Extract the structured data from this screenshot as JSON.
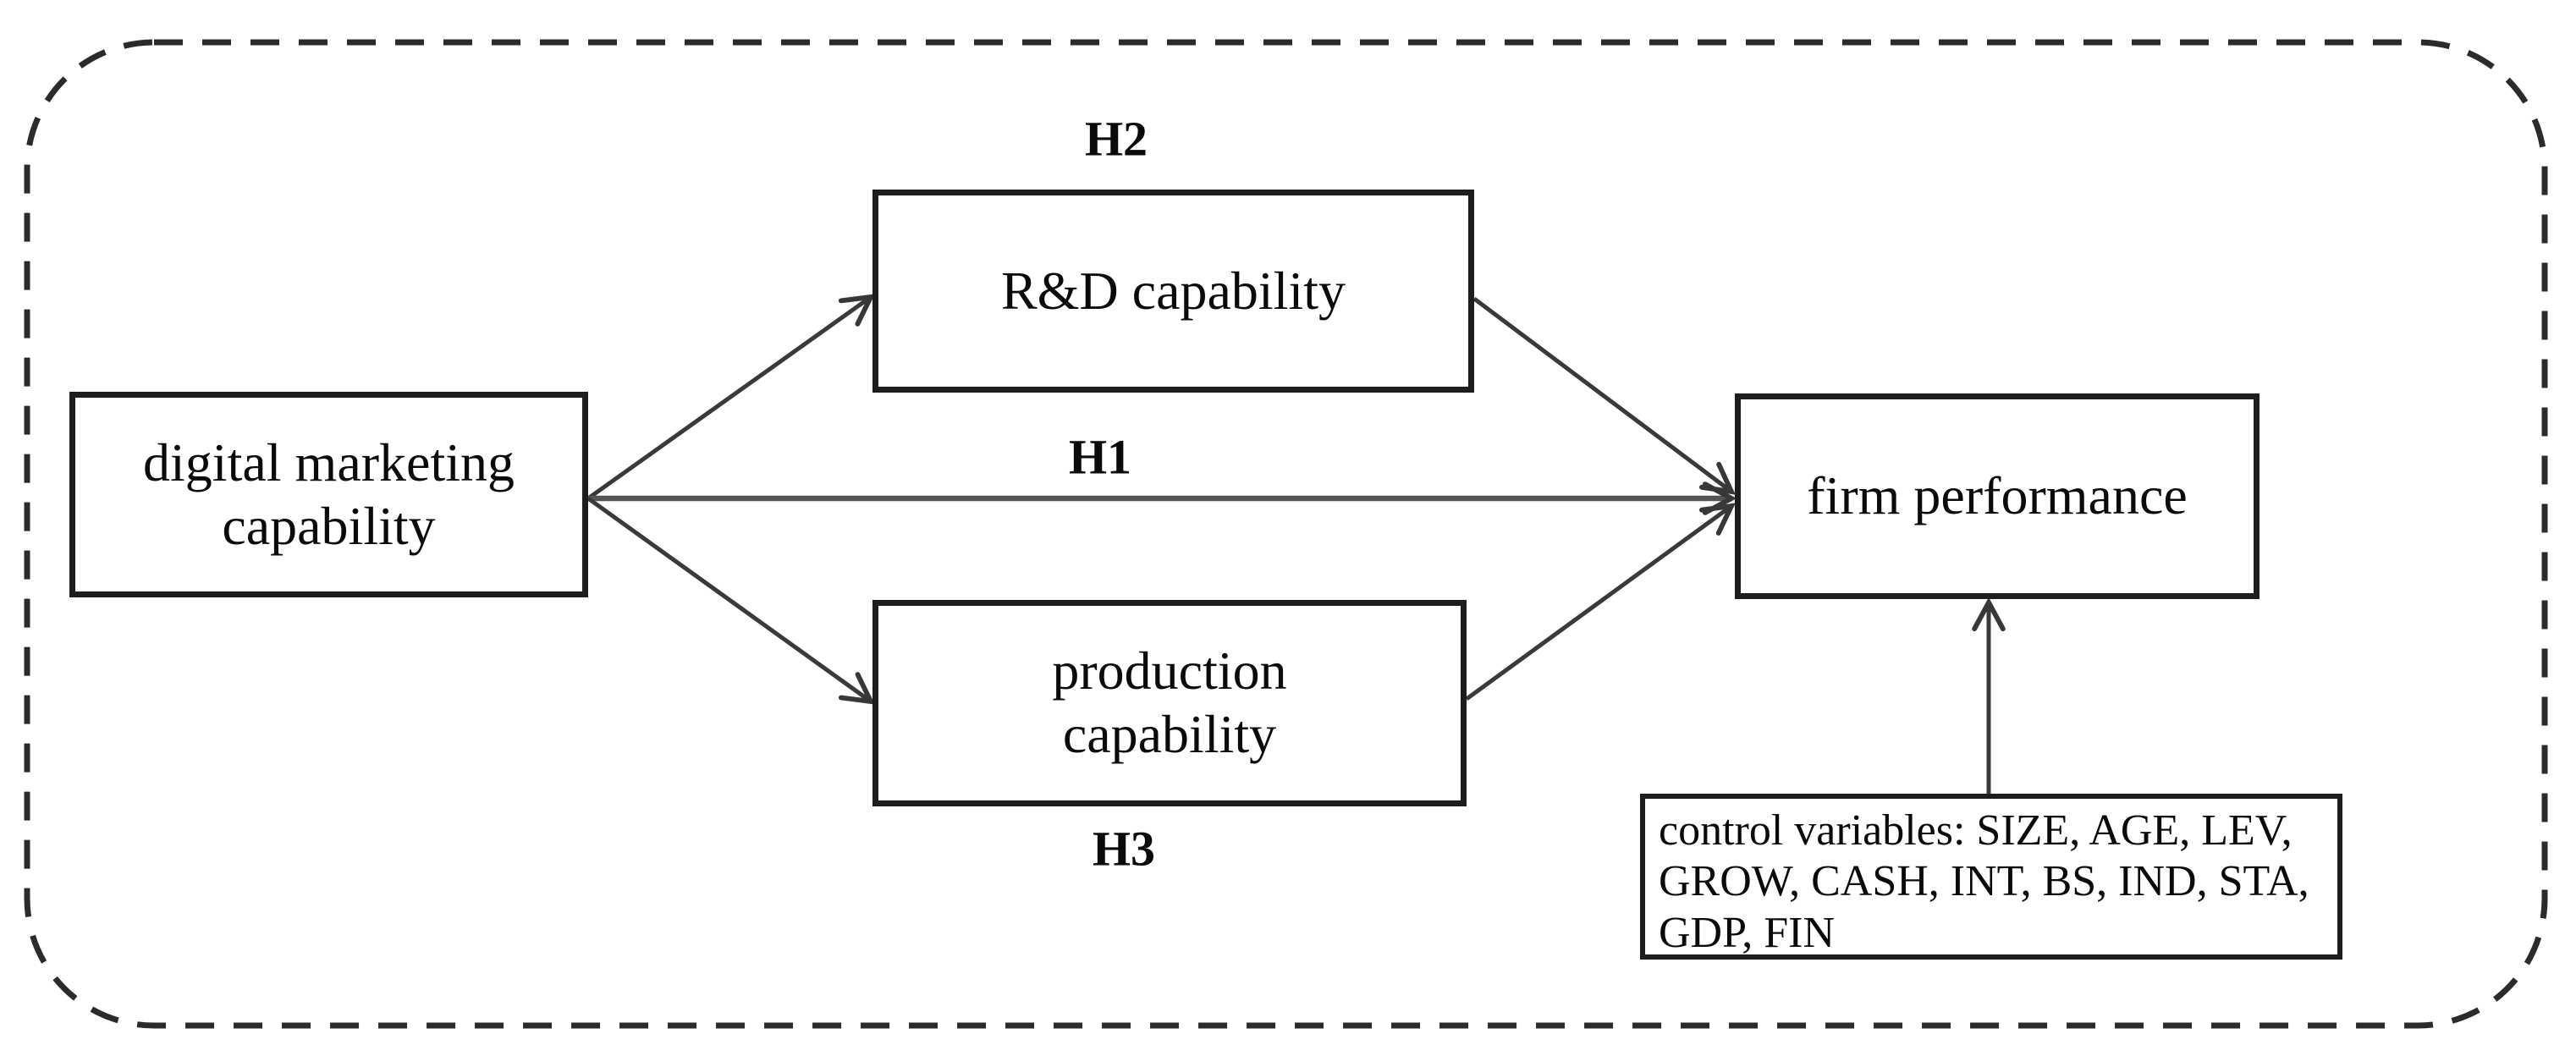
{
  "figure": {
    "background": "#ffffff",
    "box_border_color": "#1d1d1d",
    "arrow_color": "#383838",
    "text_color": "#0a0a0a",
    "nodes": {
      "digital_marketing": {
        "label": "digital marketing capability"
      },
      "rd": {
        "label": "R&D capability"
      },
      "production": {
        "label": "production capability"
      },
      "firm_performance": {
        "label": "firm performance"
      },
      "control_variables": {
        "label": "control variables: SIZE, AGE, LEV, GROW, CASH, INT, BS, IND, STA, GDP, FIN"
      }
    },
    "hypothesis_labels": {
      "h1": "H1",
      "h2": "H2",
      "h3": "H3"
    },
    "edges": [
      {
        "from": "digital_marketing",
        "to": "rd",
        "hypothesis": "H2"
      },
      {
        "from": "digital_marketing",
        "to": "firm_performance",
        "hypothesis": "H1"
      },
      {
        "from": "digital_marketing",
        "to": "production",
        "hypothesis": "H3"
      },
      {
        "from": "rd",
        "to": "firm_performance",
        "hypothesis": ""
      },
      {
        "from": "production",
        "to": "firm_performance",
        "hypothesis": ""
      },
      {
        "from": "control_variables",
        "to": "firm_performance",
        "hypothesis": ""
      }
    ]
  }
}
